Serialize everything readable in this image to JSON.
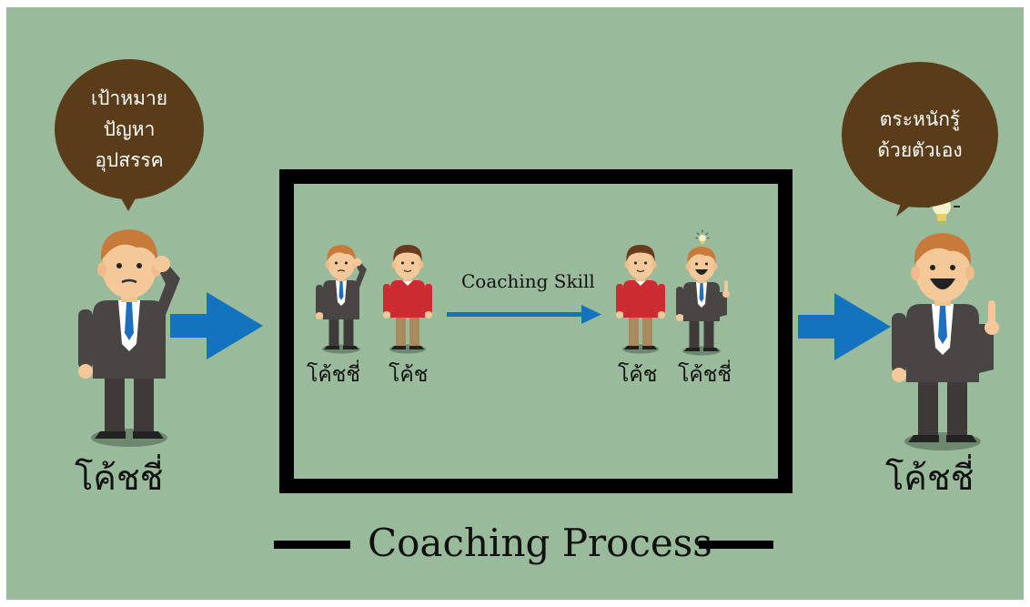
{
  "colors": {
    "background": "#9aba9c",
    "bubble": "#5a3c18",
    "arrow": "#1473bf",
    "frame": "#000000"
  },
  "left_bubble": {
    "lines": [
      "เป้าหมาย",
      "ปัญหา",
      "อุปสรรค"
    ]
  },
  "right_bubble": {
    "lines": [
      "ตระหนักรู้",
      "ด้วยตัวเอง"
    ]
  },
  "left_person_label": "โค้ชชี่",
  "right_person_label": "โค้ชชี่",
  "inner": {
    "left_pair": [
      "โค้ชชี่",
      "โค้ช"
    ],
    "right_pair": [
      "โค้ช",
      "โค้ชชี่"
    ],
    "arrow_label": "Coaching Skill"
  },
  "process_title": "Coaching Process",
  "icons": [
    "lightbulb-icon",
    "blue-arrow-icon"
  ]
}
